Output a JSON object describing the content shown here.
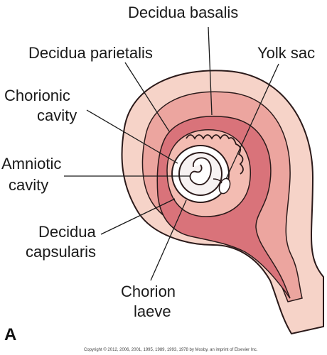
{
  "labels": {
    "decidua_basalis": "Decidua basalis",
    "decidua_parietalis": "Decidua parietalis",
    "yolk_sac": "Yolk sac",
    "chorionic_line1": "Chorionic",
    "chorionic_line2": "cavity",
    "amniotic_line1": "Amniotic",
    "amniotic_line2": "cavity",
    "capsularis_line1": "Decidua",
    "capsularis_line2": "capsularis",
    "laeve_line1": "Chorion",
    "laeve_line2": "laeve"
  },
  "panel_letter": "A",
  "copyright": "Copyright © 2012, 2006, 2001, 1995, 1989, 1993, 1978 by Mosby, an imprint of Elsevier Inc.",
  "colors": {
    "outer_uterus": "#f6d3c8",
    "decidua": "#eca59f",
    "cavity": "#d9737a",
    "chorion": "#f3bcb2",
    "outline": "#2b1a1a",
    "line": "#1a1a1a"
  }
}
